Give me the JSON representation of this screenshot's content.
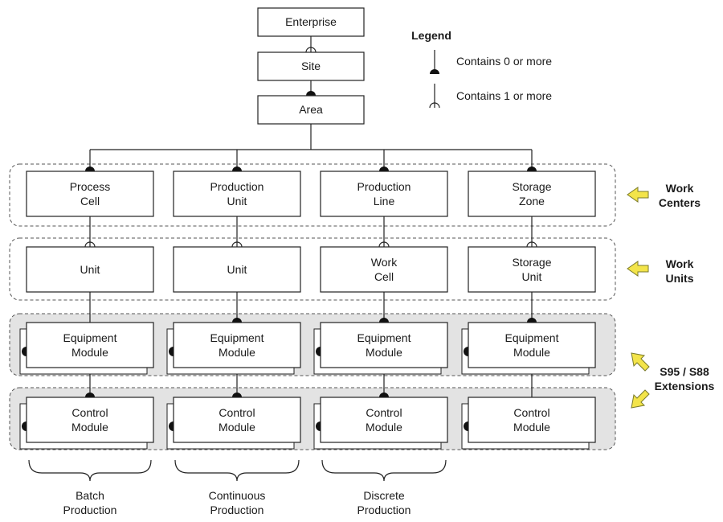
{
  "nodes": {
    "enterprise": "Enterprise",
    "site": "Site",
    "area": "Area",
    "work_centers": [
      [
        "Process",
        "Cell"
      ],
      [
        "Production",
        "Unit"
      ],
      [
        "Production",
        "Line"
      ],
      [
        "Storage",
        "Zone"
      ]
    ],
    "work_units": [
      [
        "Unit"
      ],
      [
        "Unit"
      ],
      [
        "Work",
        "Cell"
      ],
      [
        "Storage",
        "Unit"
      ]
    ],
    "equipment_module": [
      "Equipment",
      "Module"
    ],
    "control_module": [
      "Control",
      "Module"
    ]
  },
  "legend": {
    "title": "Legend",
    "zero_or_more": "Contains 0 or more",
    "one_or_more": "Contains 1 or more"
  },
  "side_labels": {
    "work_centers": [
      "Work",
      "Centers"
    ],
    "work_units": [
      "Work",
      "Units"
    ],
    "extensions": [
      "S95 / S88",
      "Extensions"
    ]
  },
  "bottom_labels": [
    [
      "Batch",
      "Production"
    ],
    [
      "Continuous",
      "Production"
    ],
    [
      "Discrete",
      "Production"
    ]
  ],
  "colors": {
    "arrow_fill": "#f3e44a",
    "grey_band": "#e3e3e3"
  }
}
